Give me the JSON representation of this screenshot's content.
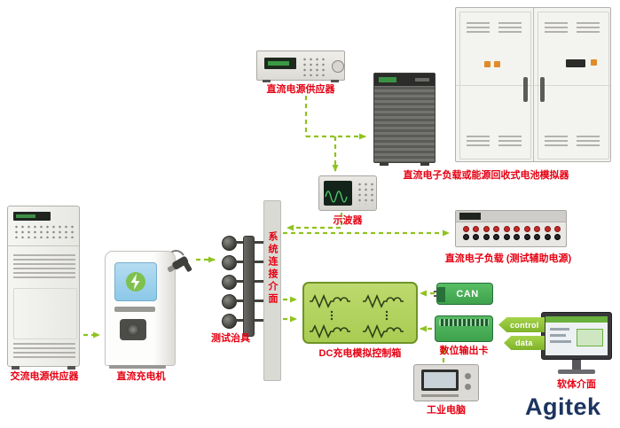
{
  "diagram": {
    "labels": {
      "ac_power_supply": "交流电源供应器",
      "dc_charger": "直流充电机",
      "test_fixture": "测试治具",
      "system_interface": "系统连接介面",
      "dc_power_supply": "直流电源供应器",
      "dc_eload_battery_sim": "直流电子负载或能源回收式电池模拟器",
      "oscilloscope": "示波器",
      "aux_eload": "直流电子负载 (测试辅助电源)",
      "dc_charge_sim_box": "DC充电模拟控制箱",
      "can_module": "CAN",
      "digital_output_card": "数位输出卡",
      "industrial_pc": "工业电脑",
      "software_interface": "软体介面",
      "control_flow": "control",
      "data_flow": "data",
      "brand": "Agitek"
    },
    "colors": {
      "label_red": "#e60012",
      "arrow_green": "#8fc31f",
      "box_green": "#a9cc52",
      "box_green_dark": "#6f9427",
      "module_green": "#3ea24d",
      "module_green_dark": "#27703a",
      "brand_navy": "#1c3460",
      "screen_blue": "#8cc8e8"
    }
  }
}
